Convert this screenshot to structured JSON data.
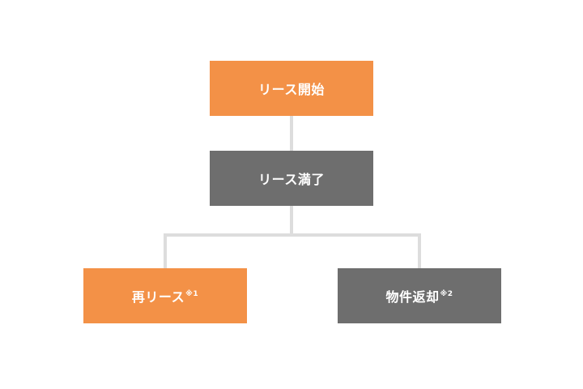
{
  "nodes": {
    "start": {
      "label": "リース開始",
      "color": "#f39147"
    },
    "end": {
      "label": "リース満了",
      "color": "#6e6e6e"
    },
    "release": {
      "label": "再リース",
      "note": "※1",
      "color": "#f39147"
    },
    "return": {
      "label": "物件返却",
      "note": "※2",
      "color": "#6e6e6e"
    }
  },
  "connector_color": "#dddddd"
}
